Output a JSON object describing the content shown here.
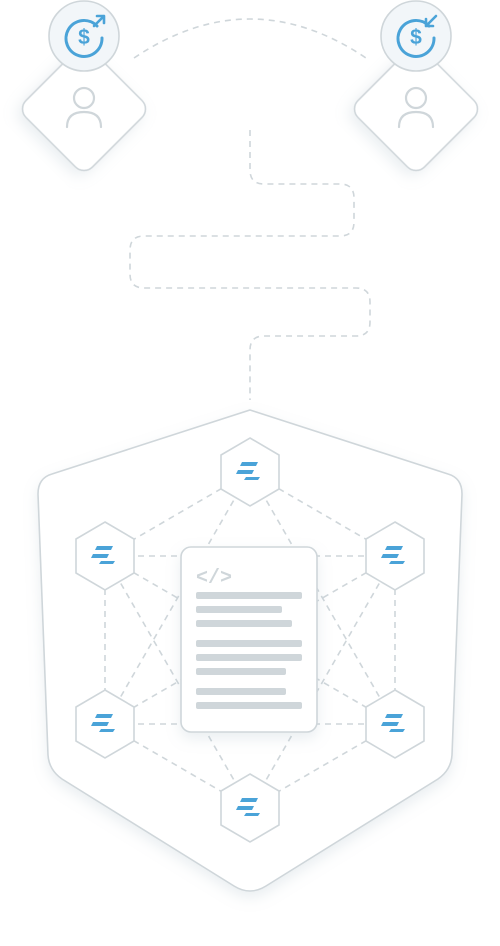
{
  "diagram": {
    "contract_tag": "</>",
    "sender": {
      "icon": "dollar-send-icon",
      "avatar": "user-icon"
    },
    "receiver": {
      "icon": "dollar-receive-icon",
      "avatar": "user-icon"
    },
    "network_nodes": [
      {
        "id": "top",
        "icon": "node-logo-icon"
      },
      {
        "id": "upper-left",
        "icon": "node-logo-icon"
      },
      {
        "id": "upper-right",
        "icon": "node-logo-icon"
      },
      {
        "id": "lower-left",
        "icon": "node-logo-icon"
      },
      {
        "id": "lower-right",
        "icon": "node-logo-icon"
      },
      {
        "id": "bottom",
        "icon": "node-logo-icon"
      }
    ],
    "colors": {
      "accent": "#4aa3d8",
      "line": "#cfd6da",
      "badge_fill": "#f2f6f9"
    }
  }
}
